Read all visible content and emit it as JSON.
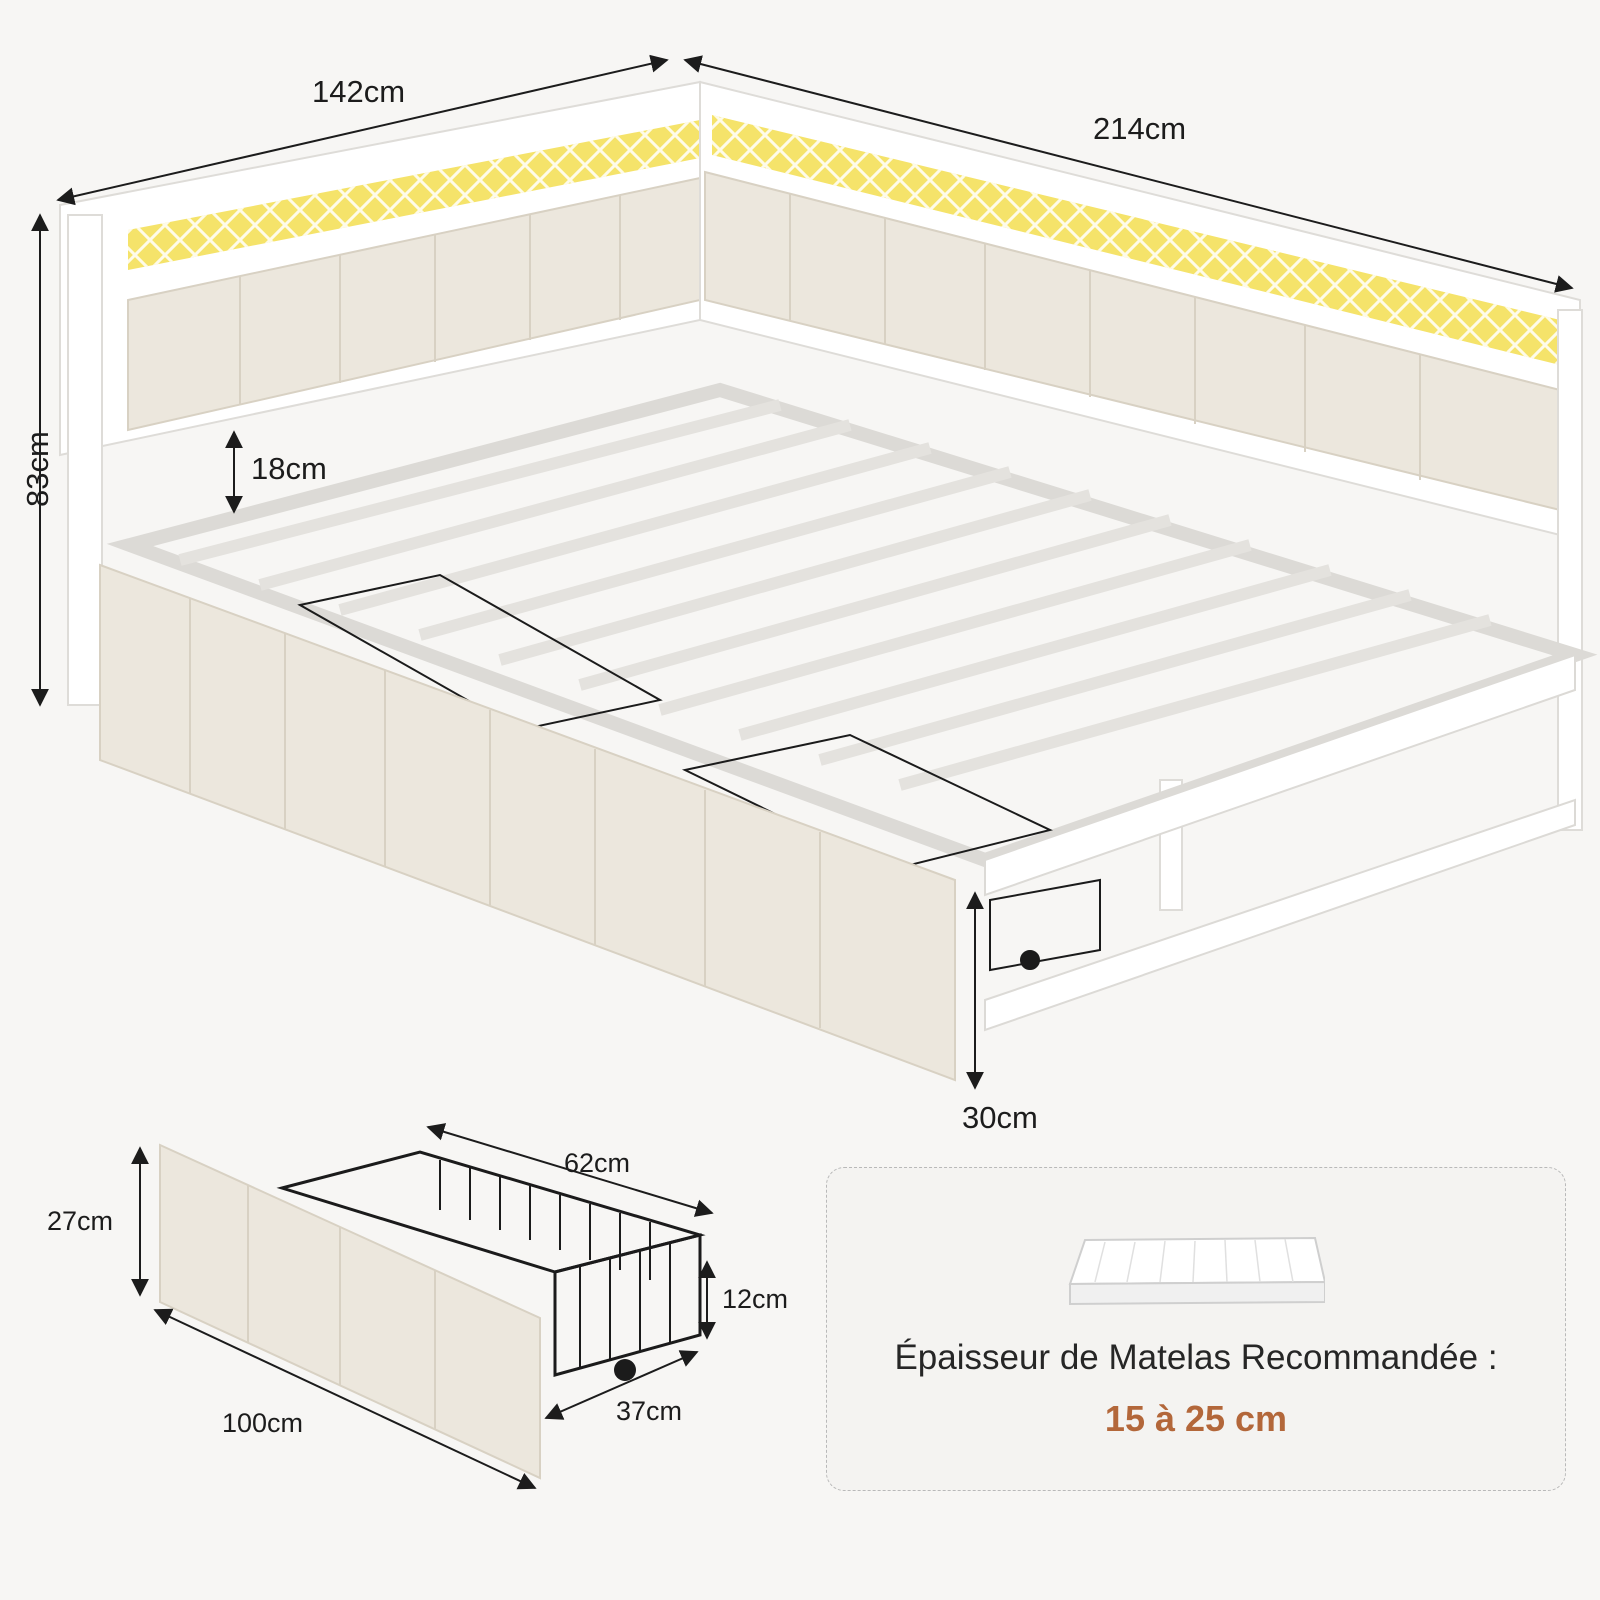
{
  "dimensions": {
    "bed_width_short_side": "142cm",
    "bed_length_long_side": "214cm",
    "headboard_height": "83cm",
    "frame_clearance": "18cm",
    "under_bed_clearance": "30cm"
  },
  "drawer": {
    "front_height": "27cm",
    "basket_length": "62cm",
    "basket_height": "12cm",
    "front_width": "100cm",
    "basket_width": "37cm"
  },
  "mattress_note": {
    "title": "Épaisseur de Matelas Recommandée :",
    "value": "15 à 25 cm"
  },
  "colors": {
    "accent": "#b3673a",
    "upholstery": "#ece7dd",
    "frame": "#ffffff",
    "led": "#f5e36a",
    "basket": "#1b1b1b"
  }
}
